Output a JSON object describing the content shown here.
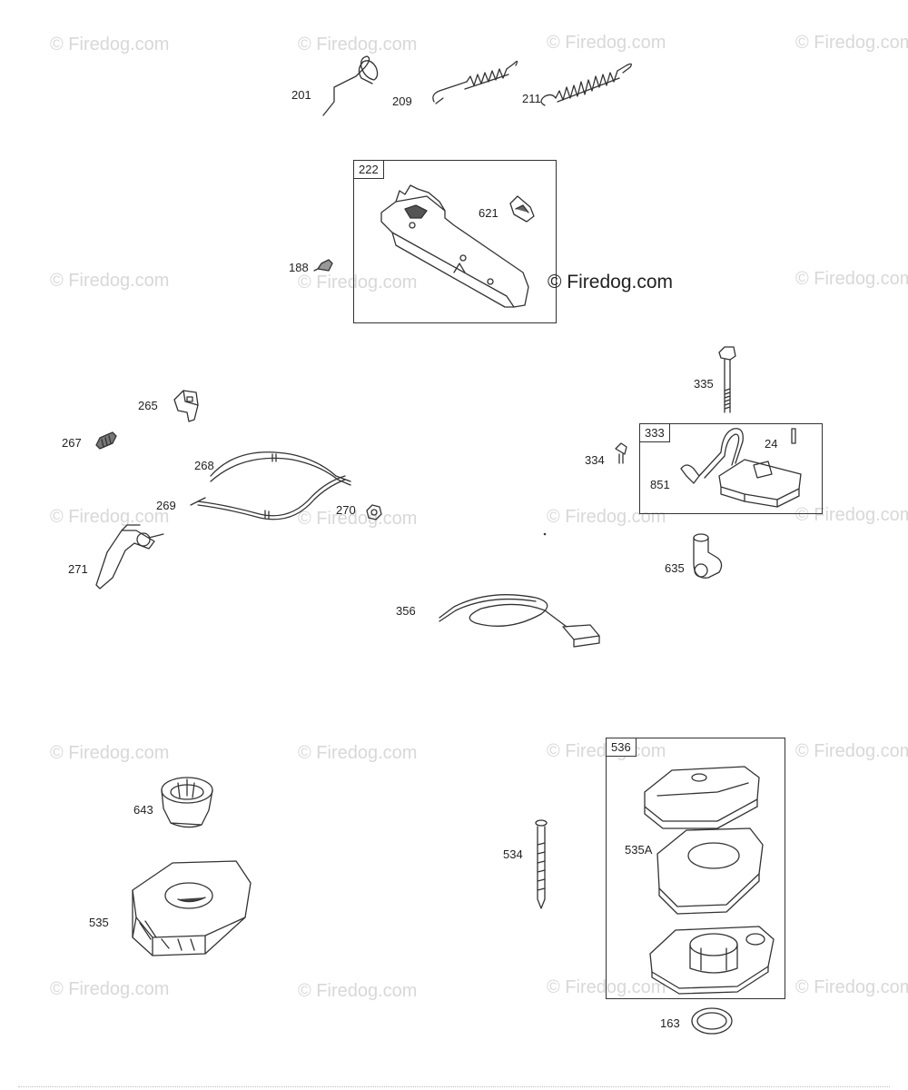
{
  "watermark": "© Firedog.com",
  "center_watermark": "© Firedog.com",
  "parts": {
    "p201": "201",
    "p209": "209",
    "p211": "211",
    "p222": "222",
    "p621": "621",
    "p188": "188",
    "p265": "265",
    "p267": "267",
    "p268": "268",
    "p269": "269",
    "p270": "270",
    "p271": "271",
    "p335": "335",
    "p333": "333",
    "p24": "24",
    "p334": "334",
    "p851": "851",
    "p635": "635",
    "p356": "356",
    "p643": "643",
    "p535": "535",
    "p536": "536",
    "p535A": "535A",
    "p534": "534",
    "p163": "163"
  }
}
